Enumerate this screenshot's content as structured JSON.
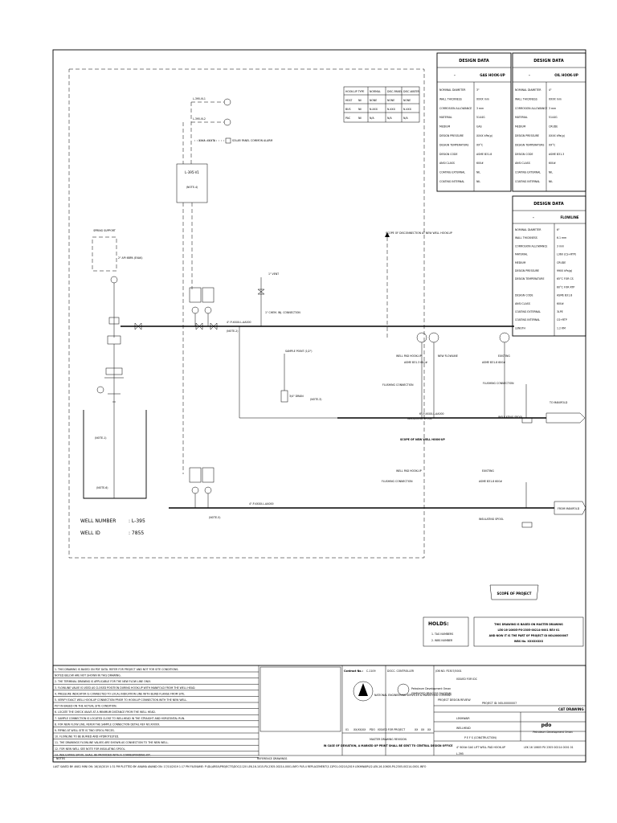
{
  "design_gas": {
    "title": "DESIGN DATA",
    "col_left": "-",
    "col_right": "GAS HOOK-UP",
    "rows": [
      [
        "NOMINAL DIAMETER",
        "3\""
      ],
      [
        "WALL THICKNESS",
        "XXXX mm"
      ],
      [
        "CORROSION ALLOWANCE",
        "3 mm"
      ],
      [
        "MATERIAL",
        "5144G"
      ],
      [
        "MEDIUM",
        "GAS"
      ],
      [
        "DESIGN PRESSURE",
        "XXXX kPa(g)"
      ],
      [
        "DESIGN TEMPERATURE",
        "XX°C"
      ],
      [
        "DESIGN CODE",
        "ASME B31.8"
      ],
      [
        "ANSI CLASS",
        "600#"
      ],
      [
        "COATING EXTERNAL",
        "NIL"
      ],
      [
        "COATING INTERNAL",
        "NIL"
      ]
    ]
  },
  "design_oil": {
    "title": "DESIGN DATA",
    "col_left": "-",
    "col_right": "OIL HOOK-UP",
    "rows": [
      [
        "NOMINAL DIAMETER",
        "4\""
      ],
      [
        "WALL THICKNESS",
        "XXXX mm"
      ],
      [
        "CORROSION ALLOWANCE",
        "3 mm"
      ],
      [
        "MATERIAL",
        "5144G"
      ],
      [
        "MEDIUM",
        "CRUDE"
      ],
      [
        "DESIGN PRESSURE",
        "XXXX kPa(g)"
      ],
      [
        "DESIGN TEMPERATURE",
        "XX°C"
      ],
      [
        "DESIGN CODE",
        "ASME B31.3"
      ],
      [
        "ANSI CLASS",
        "600#"
      ],
      [
        "COATING EXTERNAL",
        "NIL"
      ],
      [
        "COATING INTERNAL",
        "NIL"
      ]
    ]
  },
  "design_flow": {
    "title": "DESIGN DATA",
    "col_left": "-",
    "col_right": "FLOWLINE",
    "rows": [
      [
        "NOMINAL DIAMETER",
        "6\""
      ],
      [
        "WALL THICKNESS",
        "6.1 mm"
      ],
      [
        "CORROSION ALLOWANCE",
        "3 mm"
      ],
      [
        "MATERIAL",
        "L360 (CS+RTP)"
      ],
      [
        "MEDIUM",
        "CRUDE"
      ],
      [
        "DESIGN PRESSURE",
        "9900 kPa(g)"
      ],
      [
        "DESIGN TEMPERATURE",
        "65°C FOR CS"
      ],
      [
        "",
        "60°C FOR RTP"
      ],
      [
        "DESIGN CODE",
        "ASME B31.8"
      ],
      [
        "ANSI CLASS",
        "600#"
      ],
      [
        "COATING EXTERNAL",
        "3LPE"
      ],
      [
        "COATING INTERNAL",
        "CS+RTP"
      ],
      [
        "LENGTH",
        "1.2 KM"
      ]
    ]
  },
  "hookup_table": {
    "headers": [
      "HOOK-UP TYPE",
      "NORMAL",
      "DISC.PANEL",
      "DISC.WATER"
    ],
    "rows": [
      [
        "HEAT",
        "Nil",
        "NONE",
        "NONE",
        "NONE"
      ],
      [
        "BUS",
        "Nil",
        "N-XXX",
        "N-XXX",
        "N-XXX"
      ],
      [
        "PAC",
        "Nil",
        "N/A",
        "N/A",
        "N/A"
      ]
    ]
  },
  "diagram": {
    "unit_tag": "L-395-V1",
    "unit_note": "(NOTE-4)",
    "line1": "L-395-VL1",
    "line2": "L-395-VL2",
    "solar_panel": "SOLAR PANEL COMMON ALARM",
    "solar_tag": "XXXA -XXXTA",
    "spring_support": "SPRING SUPPORT",
    "pipe_spec": "2\" API 6BPA (EVAK)",
    "scope_arrow": "SCOPE OF DISCONNECTION AT NEW WELL HOOK-UP",
    "scope_lower": "SCOPE OF NEW WELL HOOK-UP",
    "vent": "1\" VENT",
    "chem_inj": "1\" CHEM. INJ. CONNECTION",
    "sample_pt": "SAMPLE POINT (1/2\")",
    "drain": "3/4\" DRAIN",
    "flushing1": "FLUSHING CONNECTION",
    "flushing2": "FLUSHING CONNECTION",
    "flushing3": "FLUSHING CONNECTION",
    "insul1": "INSULATING SPOOL",
    "insul2": "INSULATING SPOOL",
    "insul3": "INSULATING SPOOL",
    "well_pad_hookup": "WELL PAD HOOK-UP",
    "new_flowline": "NEW FLOWLINE",
    "existing": "EXISTING",
    "to_manifold": "TO MANIFOLD",
    "from_manifold": "FROM MANIFOLD",
    "note1": "(NOTE-1)",
    "note2": "(NOTE-2)",
    "note3": "(NOTE-3)",
    "note5": "(NOTE-5)",
    "note6": "(NOTE-6)",
    "spec1": "ASME B31.3 600#",
    "spec2": "ASME B31.8 600#",
    "gas_line": "4\"-P-XXXX-L-AA000",
    "oil_line": "4\"-P-XXXX-L-AA000",
    "flow_line": "6\"-P-XXXX-L-AA000",
    "well_label": "WELL NUMBER",
    "well_number": ": L-395",
    "well_id_label": "WELL ID",
    "well_id": ": 7855"
  },
  "scope_box": "SCOPE OF PROJECT",
  "holds": {
    "title": "HOLDS:",
    "items": [
      "1. TAG NUMBERS",
      "2. WBS NUMBER"
    ]
  },
  "master_note": {
    "line1": "THIS DRAWING IS BASED ON MASTER DRAWING",
    "line2": "LEK-16-10605-PX-2305-00214-0001 REV 01",
    "line3": "AND NOW IT IS THE PART OF PROJECT ID NOL00000007",
    "line4": "WBS No. XXXXXXXX"
  },
  "notes": [
    "1. THIS DRAWING IS BASED ON PDF DATA. REFER FOR PROJECT AND NOT FOR SITE CONDITIONS.",
    "   NOTED BELOW ARE NOT SHOWN IN THIS DRAWING.",
    "2. THE TERMINAL DRAWING IS APPLICABLE FOR THE NEW FLOW LINE ONLY.",
    "3. FLOWLINE VALVE IS USED AS CLOSED POSITION DURING HOOK-UP WITH MANIFOLD FROM THE WELL HEAD.",
    "4. PRESSURE INDICATOR IS CONNECTED TO LOCAL INDICATION LINE WITH BLIND FLANGE FROM SITE.",
    "5. VERIFY EXACT WELL HOOK-UP CONNECTION PRIOR TO HOOK-UP CONNECTION WITH THE NEW WELL.",
    "   PUT IN BASED ON THE ACTUAL SITE CONDITION.",
    "6. LOCATE THE CHECK VALVE AT A MINIMUM DISTANCE FROM THE WELL HEAD.",
    "7. SAMPLE CONNECTION IS LOCATED CLOSE TO WELLHEAD IN THE STRAIGHT AND HORIZONTAL RUN.",
    "8. FOR NEW FLOW LINE, REFER THE SAMPLE CONNECTION DETAIL REF NO.XXXXX.",
    "9. PIPING AT WELL SITE IS TWO SPOOL PIECES.",
    "10. FLOWLINE TO BE BURIED AND HYDROTESTED.",
    "11. THE DRAWINGS FLOWLINE VALVES ARE SHOWN AS CONNECTION TO THE NEW WELL.",
    "12. FOR NEW WELL SEE NOTE FOR INSULATING SPOOL.",
    "13. INSULATING SPOOL SHALL BE PROVIDED WITH A CORRESPONDING KIT."
  ],
  "notes_label": "NOTES",
  "reference_label": "REFERENCE DRAWINGS",
  "master_rev_label": "MASTER DRAWING REVISION",
  "master_rev_text": "IN CASE OF DEVIATION, A MARKED UP PRINT SHALL BE SENT TO CENTRAL DESIGN OFFICE",
  "contract_label": "Contract No.:",
  "contract_no": "C-1109",
  "doc_controller": "DOCC. CONTROLLER",
  "job_no": "JOB NO. P2307/0001",
  "company_desc": "Petroleum Development Oman",
  "company_sub": "SIMPLIFIED PROCESS DIAGRAM",
  "engineering_text": "NATIONAL ENGINEERING SERVICES & MARKETING COMPANY",
  "title_block": {
    "project_design": "PROJECT DESIGN REVIEW",
    "project_id": "PROJECT ID: NOL00000007",
    "field": "LEKHWAIR",
    "area": "WELLHEAD",
    "desc": "P E F S (CONSTRUCTION)",
    "doc_title": "4\" 600# GAS LIFT WELL PAD HOOK-UP",
    "well": "L-395",
    "doc_no": "LEK 16 10605 PX 2305 00214 0001 01",
    "cat": "CAT DRAWING",
    "issue": "ISSUED FOR IDC",
    "company_name": "Petroleum Development Oman",
    "brand": "pdo"
  },
  "revision_row": [
    "01",
    "XX/XX/XX",
    "PDO",
    "ISSUED FOR PROJECT",
    "XX",
    "XX",
    "XX"
  ],
  "footer_text": "LAST SAVED BY: ANS1 MINI ON: 16/10/2019 1:31 PM PLOTTED BY: ANAMA ANAND ON: 17/10/2019 1:17 PM FILENAME: P:\\DL\\AREA\\PROJECTS\\DOC\\1120 LEK-16-1015-PX-2305-00214-0001-INFO PLR-4 REPLACEMENT\\3.12P01-00214\\2019 LEKHWAIR\\02.LEK-16-10605-PX-2305-00214-0001-INFO"
}
